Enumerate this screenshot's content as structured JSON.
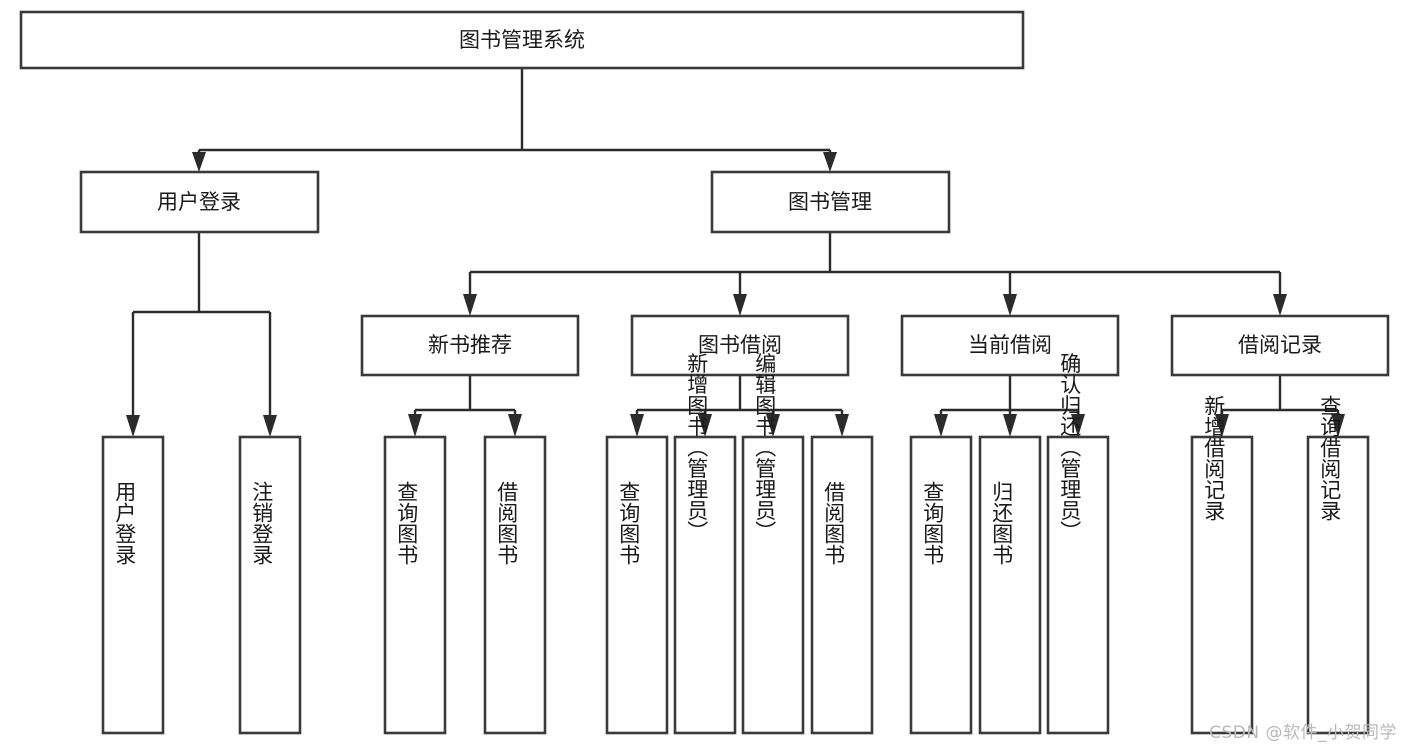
{
  "diagram": {
    "type": "tree-hierarchy-chart",
    "title": "图书管理系统",
    "stroke_color": "#3a3a3a",
    "line_color": "#2b2b2b",
    "box_fill": "#ffffff",
    "background": "#ffffff",
    "root": {
      "label": "图书管理系统",
      "orientation": "horizontal"
    },
    "level2": [
      {
        "label": "用户登录",
        "orientation": "horizontal"
      },
      {
        "label": "图书管理",
        "orientation": "horizontal"
      }
    ],
    "level3": [
      {
        "label": "新书推荐",
        "orientation": "horizontal"
      },
      {
        "label": "图书借阅",
        "orientation": "horizontal"
      },
      {
        "label": "当前借阅",
        "orientation": "horizontal"
      },
      {
        "label": "借阅记录",
        "orientation": "horizontal"
      }
    ],
    "leaves": {
      "user_login": [
        {
          "label": "用户登录",
          "orientation": "vertical"
        },
        {
          "label": "注销登录",
          "orientation": "vertical"
        }
      ],
      "new_book_recommend": [
        {
          "label": "查询图书",
          "orientation": "vertical"
        },
        {
          "label": "借阅图书",
          "orientation": "vertical"
        }
      ],
      "book_borrow": [
        {
          "label": "查询图书",
          "orientation": "vertical"
        },
        {
          "label": "新增图书（管理员）",
          "orientation": "vertical"
        },
        {
          "label": "编辑图书（管理员）",
          "orientation": "vertical"
        },
        {
          "label": "借阅图书",
          "orientation": "vertical"
        }
      ],
      "current_borrow": [
        {
          "label": "查询图书",
          "orientation": "vertical"
        },
        {
          "label": "归还图书",
          "orientation": "vertical"
        },
        {
          "label": "确认归还（管理员）",
          "orientation": "vertical"
        }
      ],
      "borrow_record": [
        {
          "label": "新增借阅记录",
          "orientation": "vertical"
        },
        {
          "label": "查询借阅记录",
          "orientation": "vertical"
        }
      ]
    }
  },
  "watermark": {
    "text": "CSDN @软件_小贺同学"
  }
}
